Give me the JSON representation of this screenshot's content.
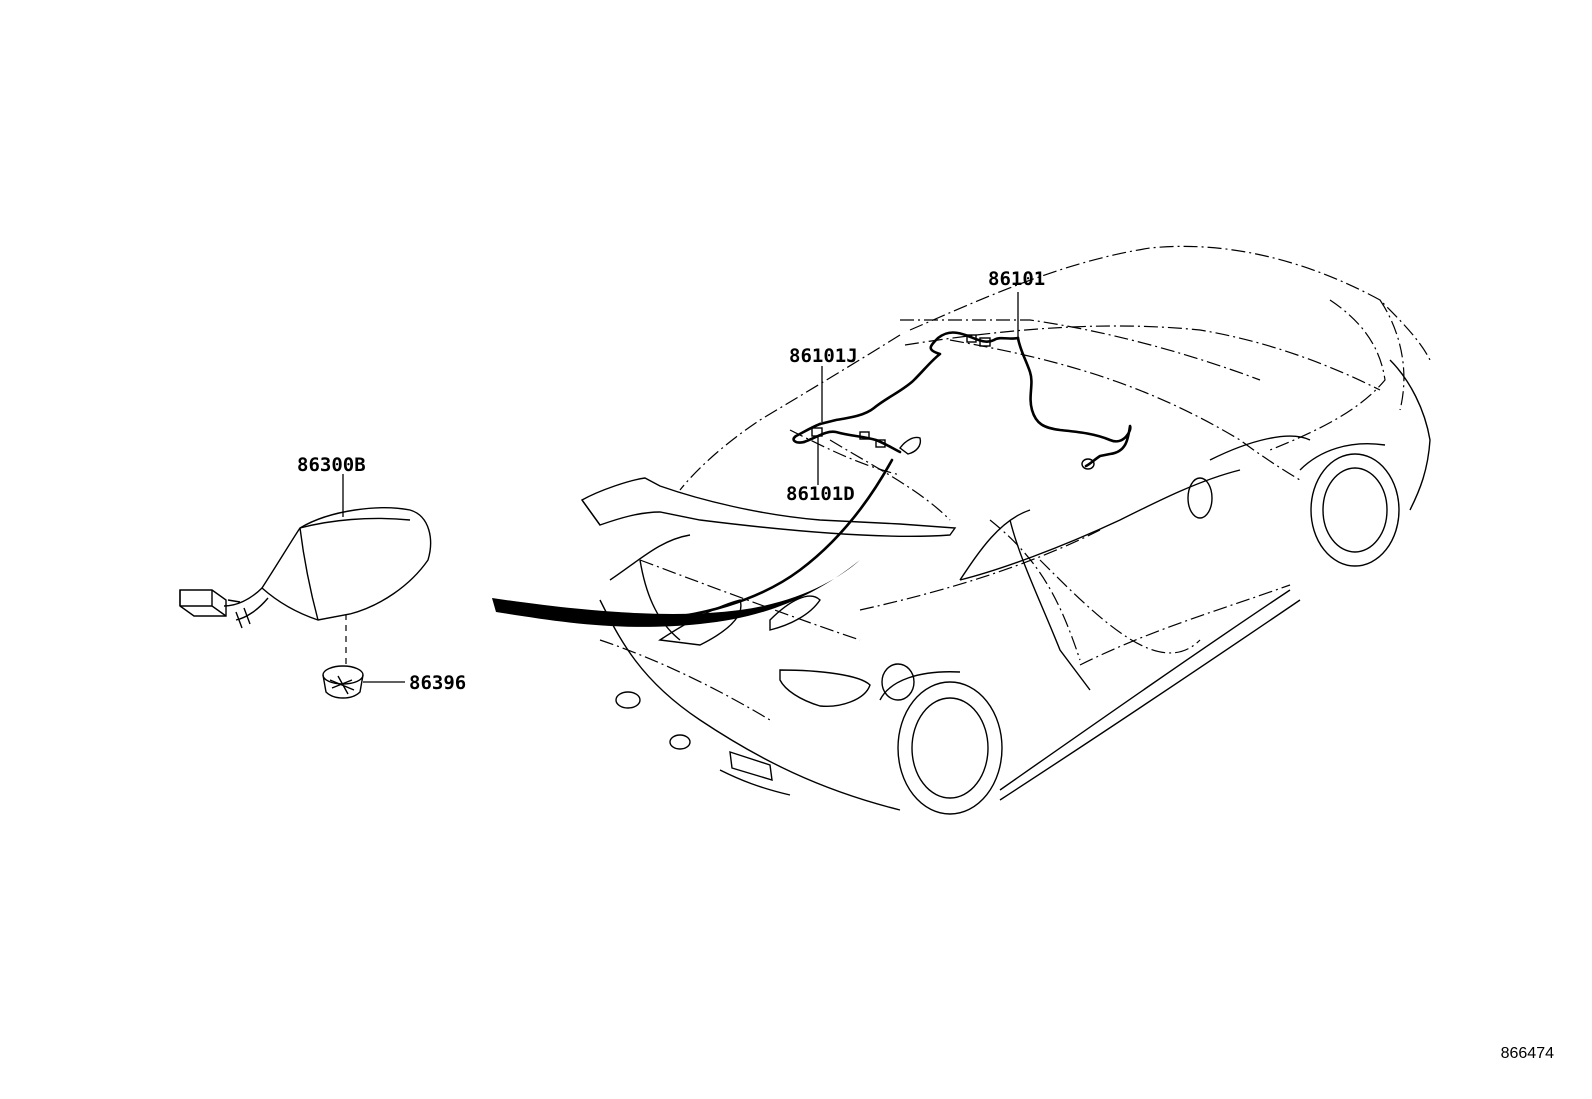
{
  "diagram": {
    "labels": {
      "antenna": "86300B",
      "antenna_nut": "86396",
      "cord_main": "86101",
      "cord_j": "86101J",
      "cord_d": "86101D"
    },
    "diagram_id": "866474"
  }
}
